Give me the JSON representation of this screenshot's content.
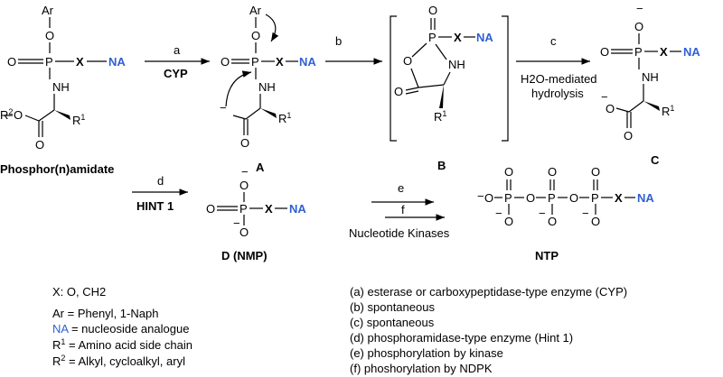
{
  "compound_labels": {
    "prodrug": "Phosphor(n)amidate",
    "A": "A",
    "B": "B",
    "C": "C",
    "D": "D (NMP)",
    "NTP": "NTP"
  },
  "atoms": {
    "Ar": "Ar",
    "O": "O",
    "P": "P",
    "X": "X",
    "NA": "NA",
    "NH": "NH",
    "R1": "R",
    "R2": "R",
    "sup1": "1",
    "sup2": "2",
    "minus": "−"
  },
  "arrows": {
    "a_letter": "a",
    "a_reagent": "CYP",
    "b_letter": "b",
    "c_letter": "c",
    "c_reagent_line1": "H2O-mediated",
    "c_reagent_line2": "hydrolysis",
    "d_letter": "d",
    "d_reagent": "HINT 1",
    "e_letter": "e",
    "f_letter": "f",
    "ef_reagent": "Nucleotide Kinases"
  },
  "legend_left": {
    "x_line": "X: O, CH2",
    "ar_line": "Ar = Phenyl, 1-Naph",
    "na_term": "NA",
    "na_def": " = nucleoside analogue",
    "r1_def": " = Amino acid side chain",
    "r2_def": " = Alkyl, cycloalkyl, aryl"
  },
  "legend_right": [
    "(a) esterase or carboxypeptidase-type enzyme (CYP)",
    "(b) spontaneous",
    "(c) spontaneous",
    "(d) phosphoramidase-type enzyme (Hint 1)",
    "(e) phosphorylation by kinase",
    "(f) phoshorylation by NDPK"
  ],
  "colors": {
    "accent": "#2e5fd6",
    "ink": "#000000"
  }
}
